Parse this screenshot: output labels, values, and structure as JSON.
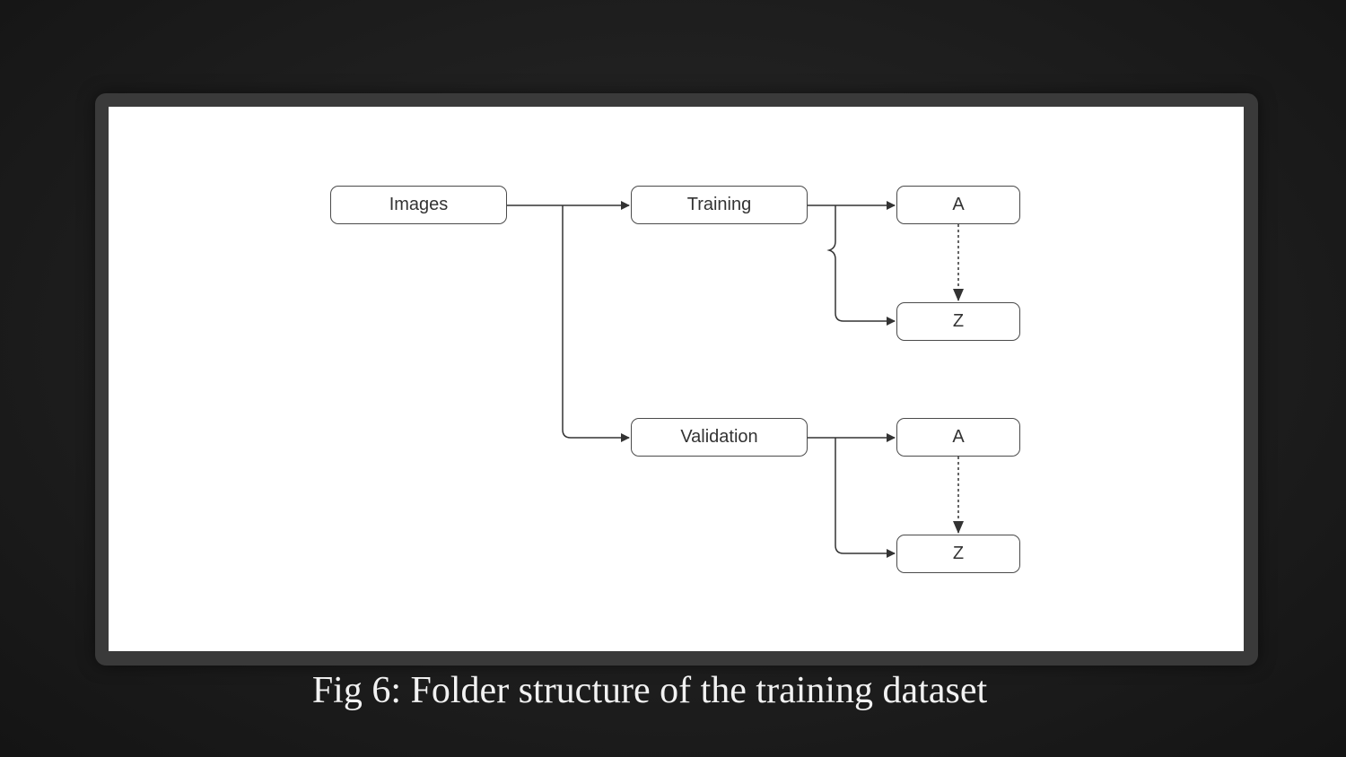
{
  "slide": {
    "caption": "Fig 6: Folder structure of the training dataset",
    "background_color": "#1e1e1e",
    "frame_color": "#3a3a3a"
  },
  "diagram": {
    "nodes": {
      "images": "Images",
      "training": "Training",
      "training_first_class": "A",
      "training_last_class": "Z",
      "validation": "Validation",
      "validation_first_class": "A",
      "validation_last_class": "Z"
    },
    "line_color": "#333333",
    "box_border_color": "#4a4a4a"
  }
}
